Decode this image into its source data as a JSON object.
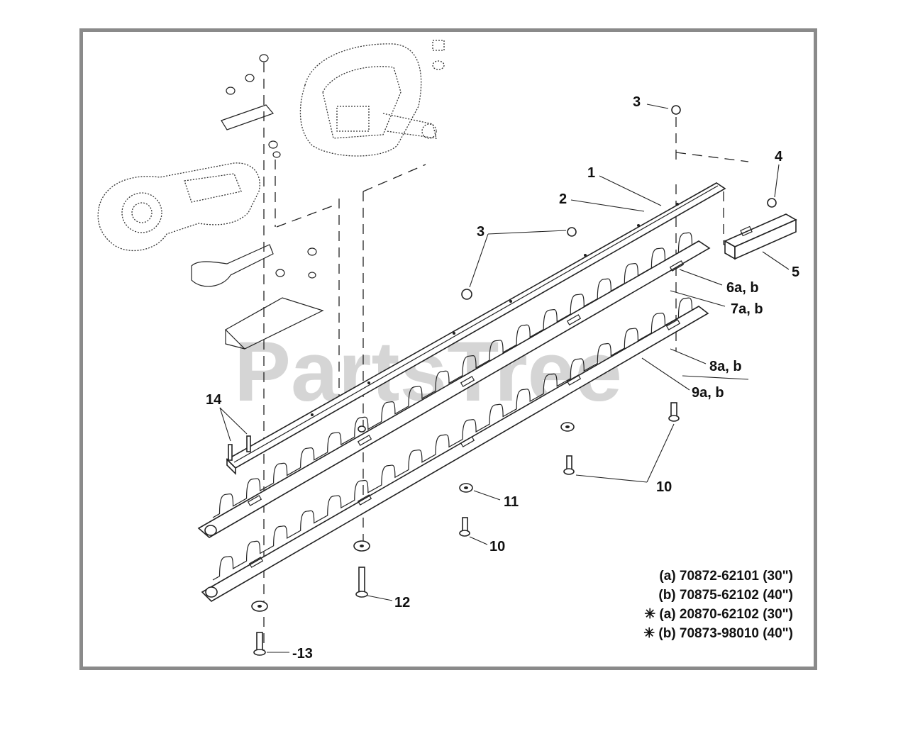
{
  "watermark": "PartsTree",
  "callouts": {
    "c1": "1",
    "c2": "2",
    "c3_top": "3",
    "c3_mid": "3",
    "c4": "4",
    "c5": "5",
    "c6": "6a, b",
    "c7": "7a, b",
    "c8": "8a, b",
    "c9": "9a, b",
    "c10_right": "10",
    "c10_lower": "10",
    "c11": "11",
    "c12": "12",
    "c13": "-13",
    "c14": "14"
  },
  "legend": [
    "(a) 70872-62101 (30\")",
    "(b) 70875-62102 (40\")",
    "✳ (a) 20870-62102 (30\")",
    "✳ (b) 70873-98010 (40\")"
  ],
  "colors": {
    "frame": "#8a8a8a",
    "line": "#222222",
    "watermark": "#c8c8c8"
  }
}
